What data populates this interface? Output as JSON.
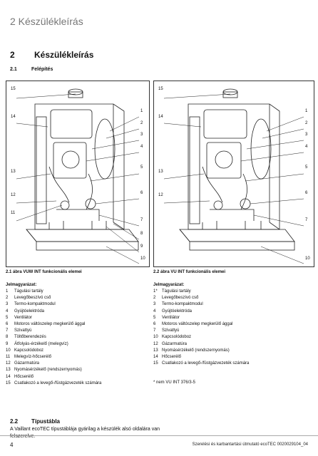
{
  "running_header": "2 Készülékleírás",
  "section": {
    "number": "2",
    "title": "Készülékleírás"
  },
  "subsection_1": {
    "number": "2.1",
    "title": "Felépítés"
  },
  "figure_left": {
    "caption": "2.1 ábra VUW INT funkcionális elemei",
    "legend_title": "Jelmagyarázat:",
    "items": [
      {
        "n": "1",
        "t": "Tágulási tartály"
      },
      {
        "n": "2",
        "t": "Levegőbeszívó cső"
      },
      {
        "n": "3",
        "t": "Termo-kompaktmodul"
      },
      {
        "n": "4",
        "t": "Gyújtóelektróda"
      },
      {
        "n": "5",
        "t": "Ventilátor"
      },
      {
        "n": "6",
        "t": "Motoros váltószelep megkerülő ággal"
      },
      {
        "n": "7",
        "t": "Szivattyú"
      },
      {
        "n": "8",
        "t": "Töltőberendezés"
      },
      {
        "n": "9",
        "t": "Átfolyás-érzékelő (melegvíz)"
      },
      {
        "n": "10",
        "t": "Kapcsolódoboz"
      },
      {
        "n": "11",
        "t": "Melegvíz-hőcserélő"
      },
      {
        "n": "12",
        "t": "Gázarmatúra"
      },
      {
        "n": "13",
        "t": "Nyomásérzékelő (rendszernyomás)"
      },
      {
        "n": "14",
        "t": "Hőcserélő"
      },
      {
        "n": "15",
        "t": "Csatlakozó a levegő-/füstgázvezeték számára"
      }
    ],
    "callouts": [
      "15",
      "14",
      "13",
      "12",
      "11",
      "1",
      "2",
      "3",
      "4",
      "5",
      "6",
      "7",
      "8",
      "9",
      "10"
    ]
  },
  "figure_right": {
    "caption": "2.2 ábra VU INT funkcionális elemei",
    "legend_title": "Jelmagyarázat:",
    "items": [
      {
        "n": "1*",
        "t": "Tágulási tartály"
      },
      {
        "n": "2",
        "t": "Levegőbeszívó cső"
      },
      {
        "n": "3",
        "t": "Termo-kompaktmodul"
      },
      {
        "n": "4",
        "t": "Gyújtóelektróda"
      },
      {
        "n": "5",
        "t": "Ventilátor"
      },
      {
        "n": "6",
        "t": "Motoros váltószelep megkerülő ággal"
      },
      {
        "n": "7",
        "t": "Szivattyú"
      },
      {
        "n": "10",
        "t": "Kapcsolódoboz"
      },
      {
        "n": "12",
        "t": "Gázarmatúra"
      },
      {
        "n": "13",
        "t": "Nyomásérzékelő (rendszernyomás)"
      },
      {
        "n": "14",
        "t": "Hőcserélő"
      },
      {
        "n": "15",
        "t": "Csatlakozó a levegő-/füstgázvezeték számára"
      }
    ],
    "note": "* nem VU INT 376/3-5",
    "callouts": [
      "15",
      "14",
      "13",
      "12",
      "1",
      "2",
      "3",
      "4",
      "5",
      "6",
      "7",
      "10"
    ]
  },
  "subsection_2": {
    "number": "2.2",
    "title": "Típustábla"
  },
  "paragraph": "A Vaillant ecoTEC típustáblája gyárilag a készülék alsó oldalára van felszerelve.",
  "page_number": "4",
  "footer": "Szerelési és karbantartási útmutató ecoTEC 0020029104_04"
}
